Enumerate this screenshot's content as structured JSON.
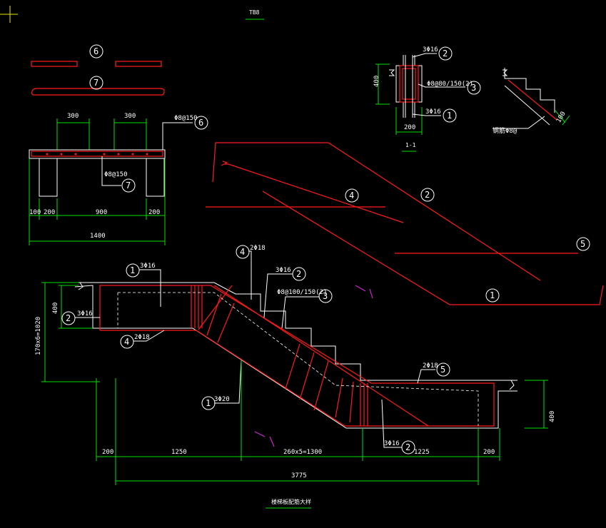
{
  "title_top": "TB8",
  "title_bottom": "楼梯板配筋大样",
  "section_label": "1-1",
  "marks": [
    "1",
    "2",
    "3",
    "4",
    "5",
    "6",
    "7"
  ],
  "section_view": {
    "dims": {
      "height": "400",
      "width": "200"
    },
    "labels": {
      "top_bars": "3Φ16",
      "stirrups": "Φ8@80/150(2)",
      "bottom_bars": "3Φ16"
    }
  },
  "detail_view": {
    "dim": "100",
    "label": "钢筋Φ8@"
  },
  "plan_view": {
    "top_dims": [
      "300",
      "300"
    ],
    "labels": {
      "bar6": "Φ8@150",
      "bar7": "Φ8@150"
    },
    "bottom_dims": [
      "100",
      "200",
      "900",
      "200"
    ],
    "total": "1400"
  },
  "elevation": {
    "left_dims": {
      "v_total": "170x6=1020",
      "v_beam": "400"
    },
    "right_dim": "400",
    "labels": {
      "bar1": "3Φ16",
      "bar2_left": "3Φ16",
      "bar4_left": "2Φ18",
      "bar4_top": "2Φ18",
      "bar2_top": "3Φ16",
      "bar3": "Φ8@100/150(2)",
      "bar5": "2Φ18",
      "bar1_bottom": "3Φ20",
      "bar2_bottom": "3Φ16"
    },
    "bottom_dims": [
      "200",
      "1250",
      "260x5=1300",
      "1225",
      "200"
    ],
    "total": "3775"
  }
}
